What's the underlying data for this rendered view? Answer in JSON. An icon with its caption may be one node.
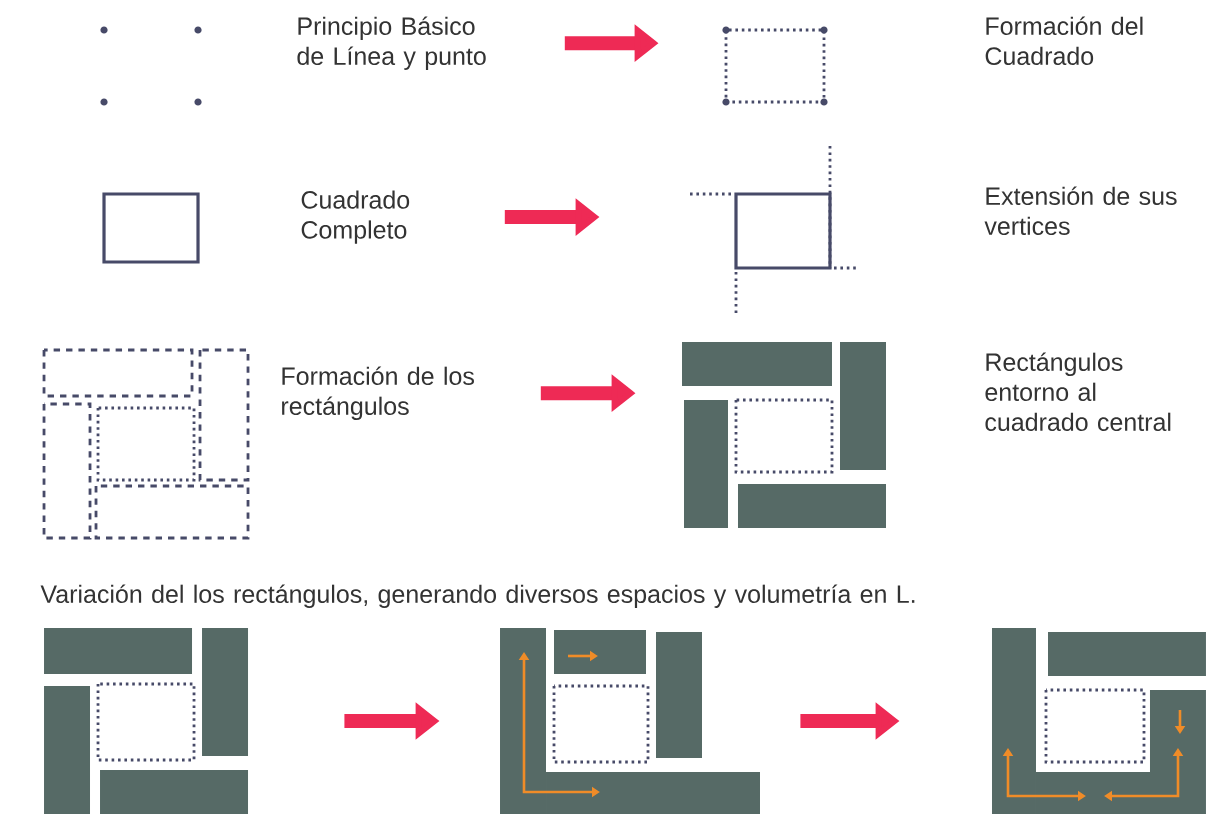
{
  "diagram": {
    "nodes": [
      {
        "text": [
          "Principio Básico de Línea y punto"
        ]
      },
      {
        "text": [],
        "shape": "box"
      },
      {
        "text": [
          "Cuadrado Completo"
        ]
      },
      {
        "text": [],
        "shape": "picture"
      },
      {
        "text": [
          "Formación de los rectángulos"
        ]
      },
      {
        "text": [],
        "shape": "picture"
      },
      {
        "text": [],
        "shape": "picture"
      },
      {
        "text": [],
        "shape": "picture"
      },
      {
        "text": [],
        "shape": "picture"
      }
    ],
    "edges": [
      {
        "from": 0,
        "to": 1,
        "arrow": "to"
      },
      {
        "from": 2,
        "to": 3,
        "arrow": "to"
      },
      {
        "from": 4,
        "to": 5,
        "arrow": "to"
      },
      {
        "from": 6,
        "to": 7,
        "arrow": "to"
      },
      {
        "from": 7,
        "to": 8,
        "arrow": "to"
      }
    ],
    "labels": [
      "Formación del Cuadrado",
      "Extensión de sus vertices",
      "Rectángulos entorno al cuadrado central",
      "Variación del los rectángulos, generando diversos espacios y volumetría en L."
    ]
  }
}
